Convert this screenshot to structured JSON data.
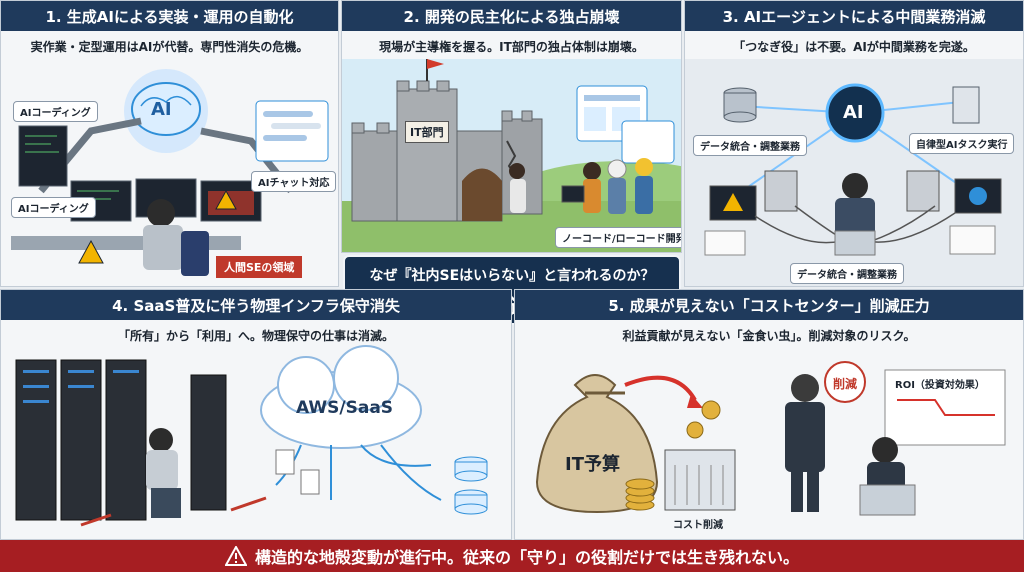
{
  "panel1": {
    "title": "1. 生成AIによる実装・運用の自動化",
    "subtitle": "実作業・定型運用はAIが代替。専門性消失の危機。",
    "labels": [
      "AIコーディング",
      "AIチャット対応",
      "AIコーディング",
      "人間SEの領域"
    ],
    "chip": "AI"
  },
  "panel2": {
    "title": "2. 開発の民主化による独占崩壊",
    "subtitle": "現場が主導権を握る。IT部門の独占体制は崩壊。",
    "sign": "IT部門",
    "label": "ノーコード/ローコード開発"
  },
  "panel3": {
    "title": "3. AIエージェントによる中間業務消滅",
    "subtitle": "「つなぎ役」は不要。AIが中間業務を完遂。",
    "labels": [
      "データ統合・調整業務",
      "自律型AIタスク実行",
      "データ統合・調整業務"
    ],
    "ai": "AI"
  },
  "panel4": {
    "title": "4. SaaS普及に伴う物理インフラ保守消失",
    "subtitle": "「所有」から「利用」へ。物理保守の仕事は消滅。",
    "cloud": "AWS/SaaS"
  },
  "panel5": {
    "title": "5. 成果が見えない「コストセンター」削減圧力",
    "subtitle": "利益貢献が見えない「金食い虫」。削減対象のリスク。",
    "bag": "IT予算",
    "shred": "コスト削減",
    "stamp": "削減",
    "roi": "ROI（投資対効果）"
  },
  "center": {
    "question": "なぜ『社内SEはいらない』と言われるのか？",
    "title": "5つの構造的変化"
  },
  "footer": {
    "text": "構造的な地殻変動が進行中。従来の「守り」の役割だけでは生き残れない。"
  },
  "colors": {
    "navy": "#1f3a5c",
    "footer": "#a61e22",
    "accent": "#2f8fd8",
    "warn": "#f2b400"
  }
}
